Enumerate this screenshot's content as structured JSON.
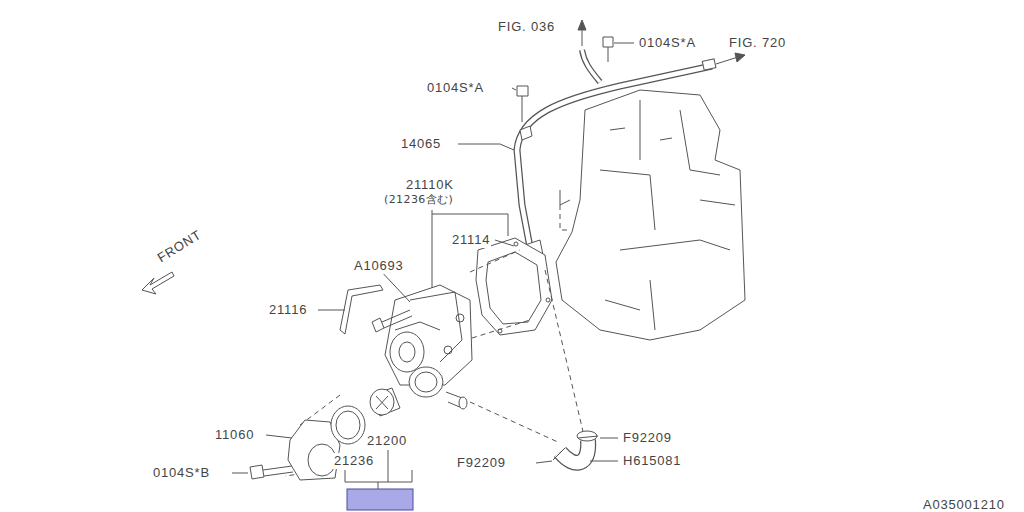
{
  "diagram": {
    "labels": [
      "FIG. 036",
      "0104S*A",
      "FIG. 720",
      "0104S*A",
      "14065",
      "21110K",
      "(21236含む)",
      "21114",
      "A10693",
      "FRONT",
      "21116",
      "11060",
      "0104S*B",
      "21200",
      "21236",
      "F92209",
      "F92209",
      "H615081",
      "A035001210"
    ]
  }
}
